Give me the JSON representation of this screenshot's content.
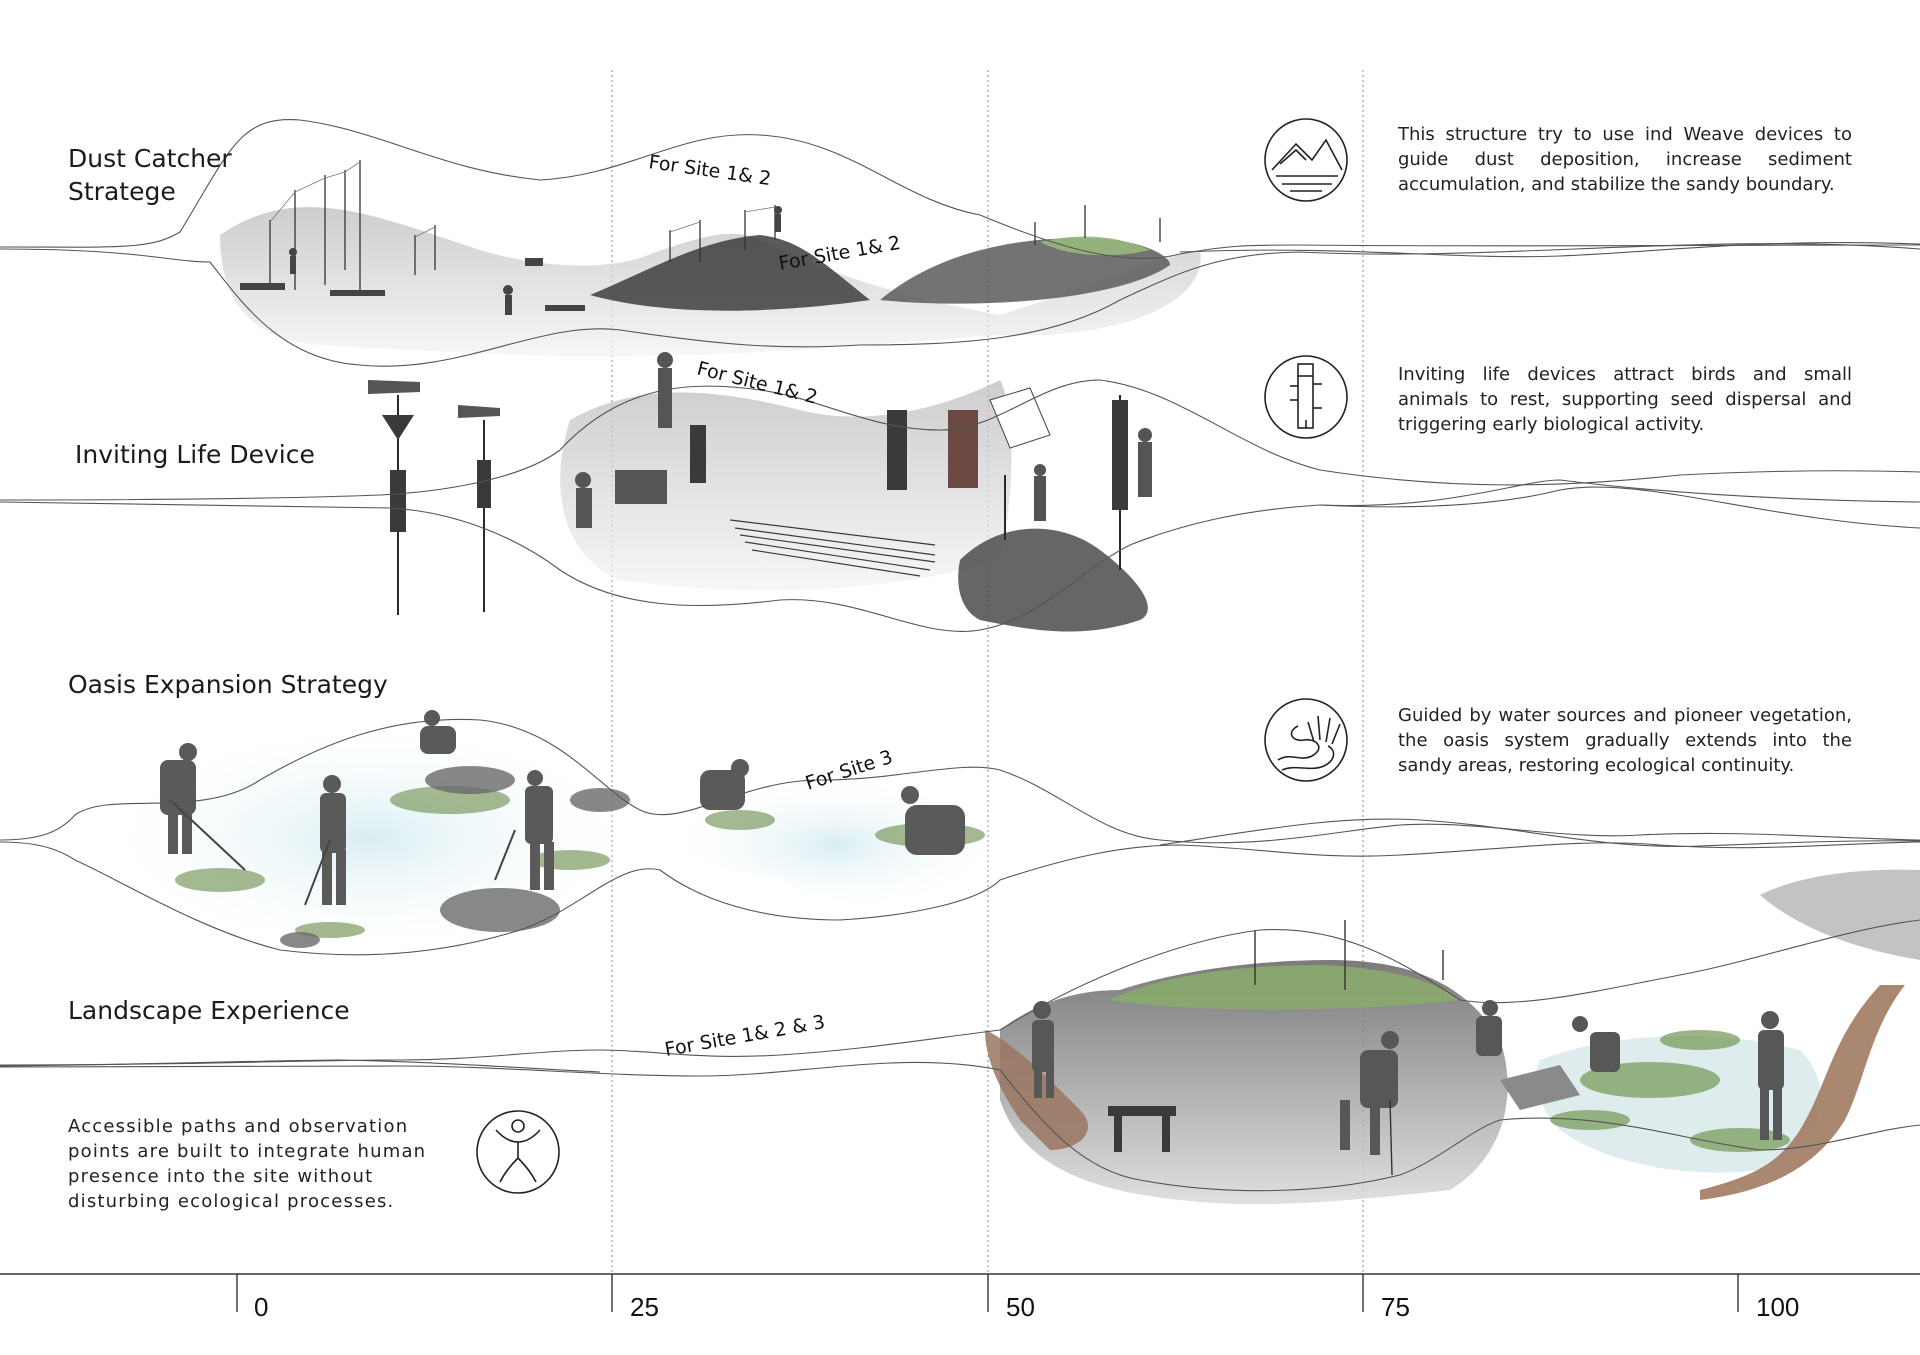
{
  "strategies": [
    {
      "title": "Dust Catcher\nStratege",
      "site_labels": [
        "For Site 1& 2",
        "For Site 1& 2"
      ],
      "description": "This structure try to use ind Weave devices to guide dust deposition, increase sediment accumulation, and stabilize the sandy boundary.",
      "icon": "mountain-dust-icon"
    },
    {
      "title": "Inviting Life Device",
      "site_labels": [
        "For Site 1& 2"
      ],
      "description": "Inviting life devices attract birds and small animals to rest, supporting seed dispersal and triggering early biological activity.",
      "icon": "pole-device-icon"
    },
    {
      "title": "Oasis Expansion Strategy",
      "site_labels": [
        "For Site 3"
      ],
      "description": "Guided by water sources and pioneer vegetation, the oasis system gradually extends into the sandy areas, restoring ecological continuity.",
      "icon": "river-grass-icon"
    },
    {
      "title": "Landscape Experience",
      "site_labels": [
        "For Site 1& 2 & 3"
      ],
      "description": "Accessible paths and observation points are built to integrate human presence into the site without disturbing ecological processes.",
      "icon": "human-figure-icon"
    }
  ],
  "timeline": {
    "ticks": [
      "0",
      "25",
      "50",
      "75",
      "100"
    ]
  },
  "colors": {
    "line": "#555555",
    "terrain_dark": "#3c3c3c",
    "terrain_light": "#cfcfcf",
    "grass": "#8fae6a",
    "water": "#cfe6ea",
    "boardwalk": "#9a7560"
  }
}
